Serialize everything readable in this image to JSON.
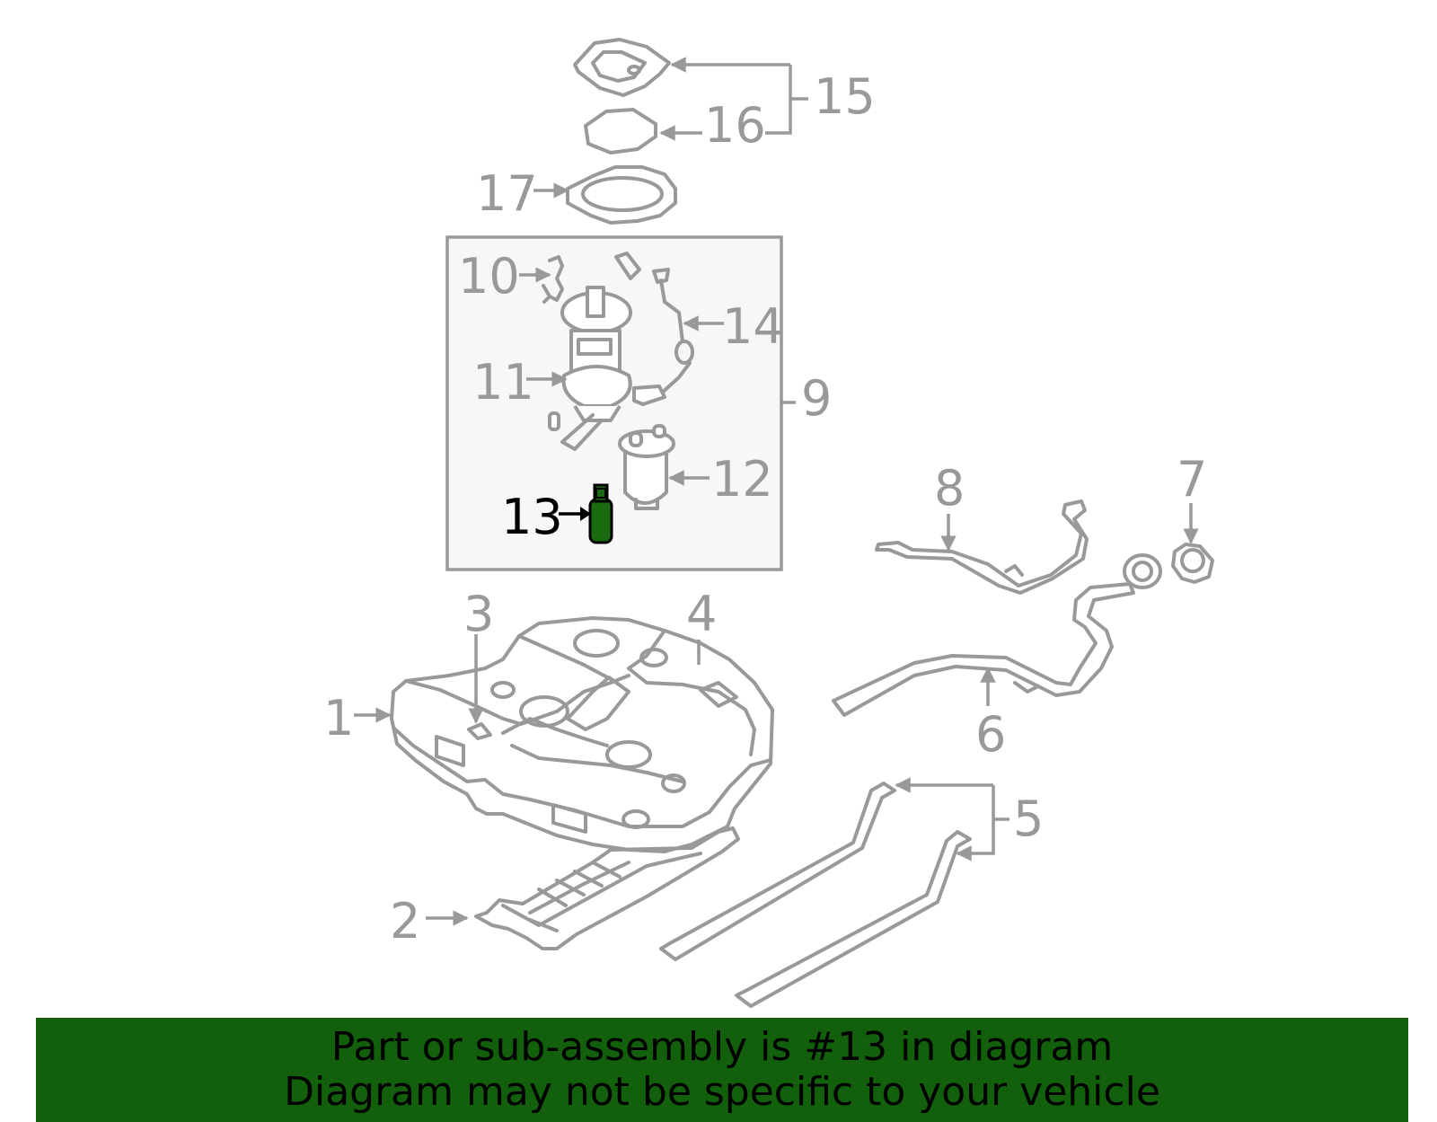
{
  "diagram": {
    "callouts": [
      {
        "id": "1",
        "label": "1"
      },
      {
        "id": "2",
        "label": "2"
      },
      {
        "id": "3",
        "label": "3"
      },
      {
        "id": "4",
        "label": "4"
      },
      {
        "id": "5",
        "label": "5"
      },
      {
        "id": "6",
        "label": "6"
      },
      {
        "id": "7",
        "label": "7"
      },
      {
        "id": "8",
        "label": "8"
      },
      {
        "id": "9",
        "label": "9"
      },
      {
        "id": "10",
        "label": "10"
      },
      {
        "id": "11",
        "label": "11"
      },
      {
        "id": "12",
        "label": "12"
      },
      {
        "id": "13",
        "label": "13"
      },
      {
        "id": "14",
        "label": "14"
      },
      {
        "id": "15",
        "label": "15"
      },
      {
        "id": "16",
        "label": "16"
      },
      {
        "id": "17",
        "label": "17"
      }
    ],
    "highlighted_part": "13",
    "colors": {
      "part_stroke": "#999999",
      "highlight_fill": "#1a6b10",
      "highlight_label": "#000000",
      "inset_background": "#f7f7f7",
      "banner_background": "#12600c"
    }
  },
  "banner": {
    "line1": "Part or sub-assembly is #13 in diagram",
    "line2": "Diagram may not be specific to your vehicle"
  }
}
